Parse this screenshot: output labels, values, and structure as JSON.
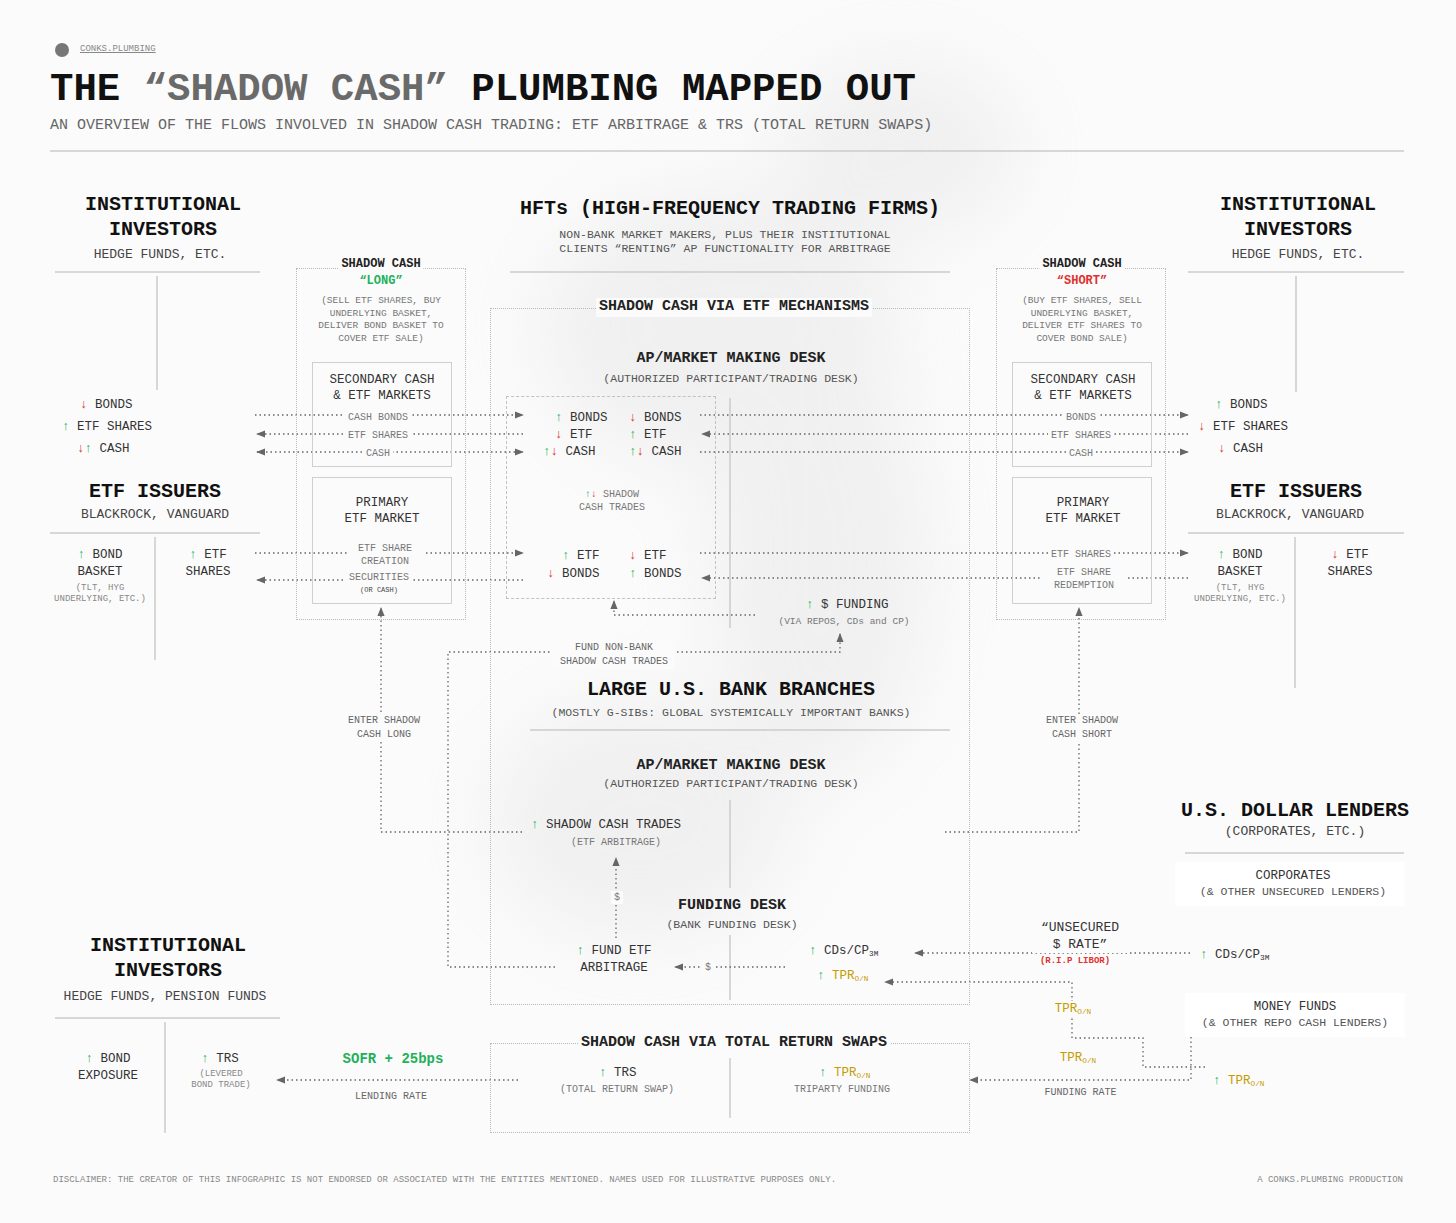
{
  "diagram": {
    "title": "THE “SHADOW CASH” PLUMBING MAPPED OUT",
    "nodes": [
      {
        "text": [
          "SHADOW CASH",
          "“LONG”",
          "(SELL ETF SHARES, BUY UNDERLYING BASKET, DELIVER BOND BASKET TO COVER ETF SALE)"
        ]
      },
      {
        "text": [
          "SECONDARY CASH & ETF MARKETS",
          "CASH BONDS",
          "ETF SHARES",
          "CASH"
        ],
        "in": 0
      },
      {
        "text": [
          "PRIMARY ETF MARKET",
          "ETF SHARE CREATION",
          "SECURITIES",
          "(OR CASH)"
        ],
        "in": 0
      },
      {
        "text": [
          "SHADOW CASH VIA ETF MECHANISMS",
          "AP/MARKET MAKING DESK",
          "(AUTHORIZED PARTICIPANT/TRADING DESK)",
          "↑ $ FUNDING",
          "(VIA REPOS, CDs and CP)",
          "FUND NON-BANK SHADOW CASH TRADES",
          "LARGE U.S. BANK BRANCHES",
          "(MOSTLY G-SIBs: GLOBAL SYSTEMICALLY IMPORTANT BANKS)",
          "AP/MARKET MAKING DESK",
          "(AUTHORIZED PARTICIPANT/TRADING DESK)",
          "↑ SHADOW CASH TRADES",
          "(ETF ARBITRAGE)",
          "$",
          "FUNDING DESK",
          "(BANK FUNDING DESK)",
          "↑ FUND ETF ARBITRAGE",
          "$",
          "↑ CDs/CP3M",
          "↑ TPRO/N"
        ]
      },
      {
        "text": [
          "↑ BONDS",
          "↓ BONDS",
          "↓ ETF",
          "↑ ETF",
          "↑↓ CASH",
          "↑↓ CASH",
          "↑↓ SHADOW CASH TRADES",
          "↑ ETF",
          "↓ ETF",
          "↓ BONDS",
          "↑ BONDS"
        ],
        "in": 3
      },
      {
        "text": [
          "SHADOW CASH",
          "“SHORT”",
          "(BUY ETF SHARES, SELL UNDERLYING BASKET, DELIVER ETF SHARES TO COVER BOND SALE)"
        ]
      },
      {
        "text": [
          "SECONDARY CASH & ETF MARKETS",
          "BONDS",
          "ETF SHARES",
          "CASH"
        ],
        "in": 5
      },
      {
        "text": [
          "PRIMARY ETF MARKET",
          "ETF SHARES",
          "ETF SHARE REDEMPTION"
        ],
        "in": 5
      },
      {
        "text": [
          "CORPORATES",
          "(& OTHER UNSECURED LENDERS)"
        ]
      },
      {
        "text": [
          "MONEY FUNDS",
          "(& OTHER REPO CASH LENDERS)"
        ]
      },
      {
        "text": [
          "SHADOW CASH VIA TOTAL RETURN SWAPS",
          "↑ TRS",
          "(TOTAL RETURN SWAP)",
          "↑ TPRO/N",
          "TRIPARTY FUNDING"
        ]
      }
    ],
    "edges": [
      {
        "from": 9,
        "to": 10,
        "arrow": "to",
        "label": "FUNDING RATE"
      }
    ],
    "labels": [
      "CONKS.PLUMBING",
      "AN OVERVIEW OF THE FLOWS INVOLVED IN SHADOW CASH TRADING: ETF ARBITRAGE & TRS (TOTAL RETURN SWAPS)",
      "INSTITUTIONAL INVESTORS",
      "HEDGE FUNDS, ETC.",
      "↓ BONDS",
      "↑ ETF SHARES",
      "↓↑ CASH",
      "ETF ISSUERS",
      "BLACKROCK, VANGUARD",
      "↑ BOND BASKET",
      "(TLT, HYG UNDERLYING, ETC.)",
      "↑ ETF SHARES",
      "HFTs (HIGH-FREQUENCY TRADING FIRMS)",
      "NON-BANK MARKET MAKERS, PLUS THEIR INSTITUTIONAL CLIENTS “RENTING” AP FUNCTIONALITY FOR ARBITRAGE",
      "INSTITUTIONAL INVESTORS",
      "HEDGE FUNDS, ETC.",
      "↑ BONDS",
      "↓ ETF SHARES",
      "↓ CASH",
      "ETF ISSUERS",
      "BLACKROCK, VANGUARD",
      "↑ BOND BASKET",
      "(TLT, HYG UNDERLYING, ETC.)",
      "↓ ETF SHARES",
      "ENTER SHADOW CASH LONG",
      "ENTER SHADOW CASH SHORT",
      "U.S. DOLLAR LENDERS",
      "(CORPORATES, ETC.)",
      "“UNSECURED $ RATE”",
      "(R.I.P LIBOR)",
      "↑ CDs/CP3M",
      "TPRO/N",
      "TPRO/N",
      "↑ TPRO/N",
      "INSTITUTIONAL INVESTORS",
      "HEDGE FUNDS, PENSION FUNDS",
      "↑ BOND EXPOSURE",
      "↑ TRS",
      "(LEVERED BOND TRADE)",
      "SOFR + 25bps",
      "LENDING RATE",
      "DISCLAIMER: THE CREATOR OF THIS INFOGRAPHIC IS NOT ENDORSED OR ASSOCIATED WITH THE ENTITIES MENTIONED. NAMES USED FOR ILLUSTRATIVE PURPOSES ONLY.",
      "A CONKS.PLUMBING PRODUCTION"
    ]
  }
}
